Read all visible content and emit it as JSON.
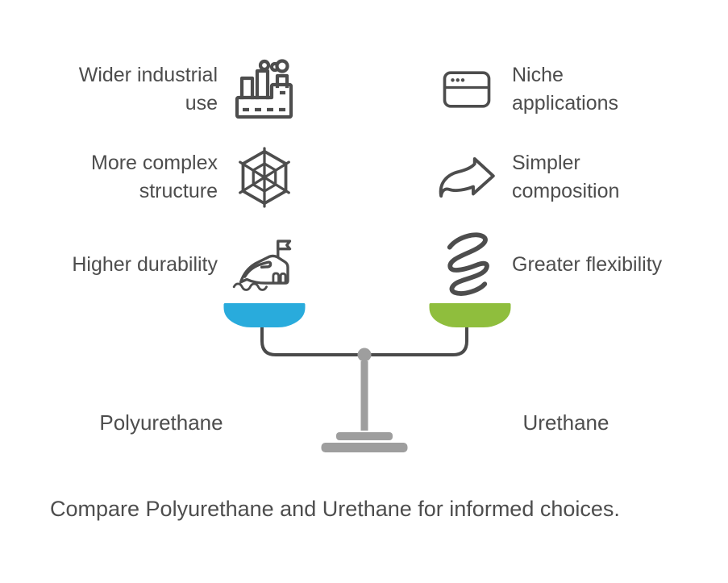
{
  "colors": {
    "text": "#4d4d4d",
    "icon_stroke": "#4d4d4d",
    "beam": "#4a4a4a",
    "stand": "#9e9e9e"
  },
  "comparison": {
    "left": {
      "label": "Polyurethane",
      "pan_color": "#29abdc",
      "items": [
        {
          "text": "Wider industrial\nuse",
          "icon": "factory-icon"
        },
        {
          "text": "More complex\nstructure",
          "icon": "spider-web-icon"
        },
        {
          "text": "Higher durability",
          "icon": "ship-icon"
        }
      ]
    },
    "right": {
      "label": "Urethane",
      "pan_color": "#8fbe3d",
      "items": [
        {
          "text": "Niche\napplications",
          "icon": "browser-card-icon"
        },
        {
          "text": "Simpler\ncomposition",
          "icon": "curved-arrow-icon"
        },
        {
          "text": "Greater flexibility",
          "icon": "spring-icon"
        }
      ]
    }
  },
  "caption": "Compare Polyurethane and Urethane for informed choices."
}
